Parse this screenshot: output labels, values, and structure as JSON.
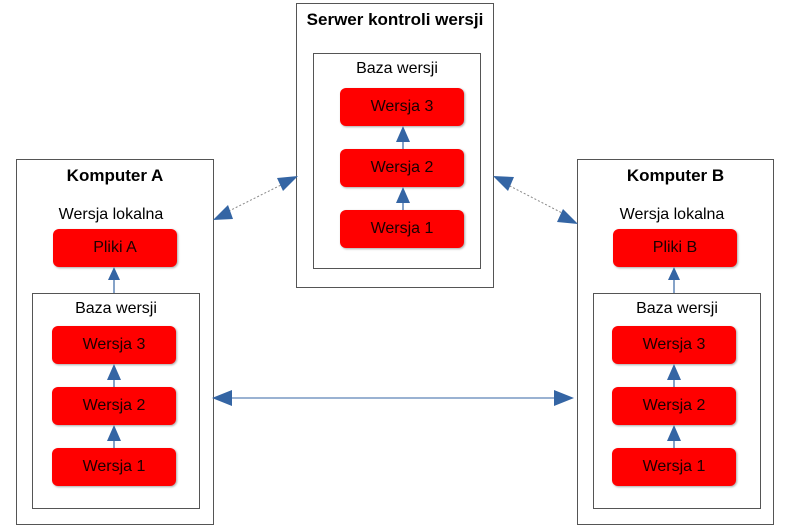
{
  "server": {
    "title": "Serwer kontroli wersji",
    "repo_label": "Baza wersji",
    "versions": [
      "Wersja 3",
      "Wersja 2",
      "Wersja 1"
    ]
  },
  "computer_a": {
    "title": "Komputer A",
    "local_label": "Wersja lokalna",
    "files": "Pliki A",
    "repo_label": "Baza wersji",
    "versions": [
      "Wersja 3",
      "Wersja 2",
      "Wersja 1"
    ]
  },
  "computer_b": {
    "title": "Komputer B",
    "local_label": "Wersja lokalna",
    "files": "Pliki B",
    "repo_label": "Baza wersji",
    "versions": [
      "Wersja 3",
      "Wersja 2",
      "Wersja 1"
    ]
  },
  "colors": {
    "node_fill": "#ff0000",
    "arrow": "#3465a4",
    "border": "#555555"
  }
}
